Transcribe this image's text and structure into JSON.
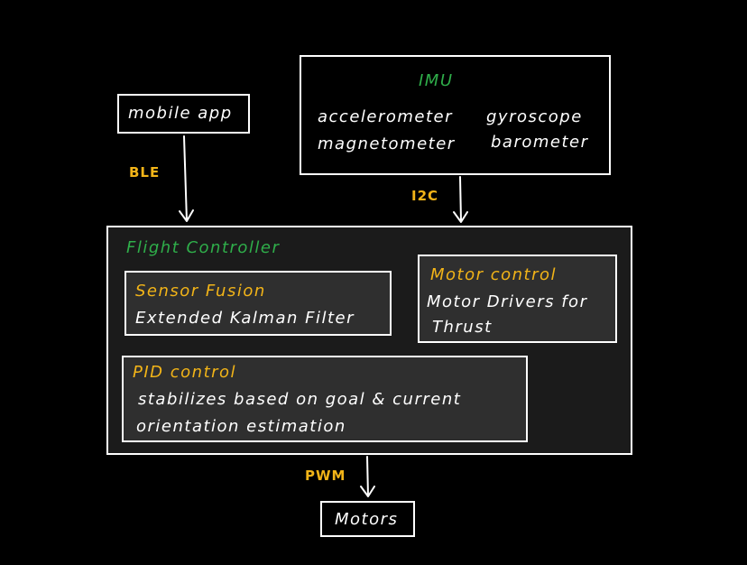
{
  "colors": {
    "background": "#000000",
    "title_green": "#2fae4a",
    "accent_yellow": "#f2b418",
    "box_fill": "#1b1b1b",
    "inner_fill": "#2f2f2f"
  },
  "mobile_app": {
    "label": "mobile app"
  },
  "imu": {
    "title": "IMU",
    "items": [
      "accelerometer",
      "gyroscope",
      "magnetometer",
      "barometer"
    ]
  },
  "flight_controller": {
    "title": "Flight Controller",
    "sensor_fusion": {
      "title": "Sensor Fusion",
      "desc": "Extended Kalman Filter"
    },
    "motor_control": {
      "title": "Motor control",
      "desc_line1": "Motor Drivers for",
      "desc_line2": "Thrust"
    },
    "pid_control": {
      "title": "PID control",
      "desc_line1": "stabilizes based on goal & current",
      "desc_line2": "orientation estimation"
    }
  },
  "motors": {
    "label": "Motors"
  },
  "connections": {
    "ble": "BLE",
    "i2c": "I2C",
    "pwm": "PWM"
  }
}
